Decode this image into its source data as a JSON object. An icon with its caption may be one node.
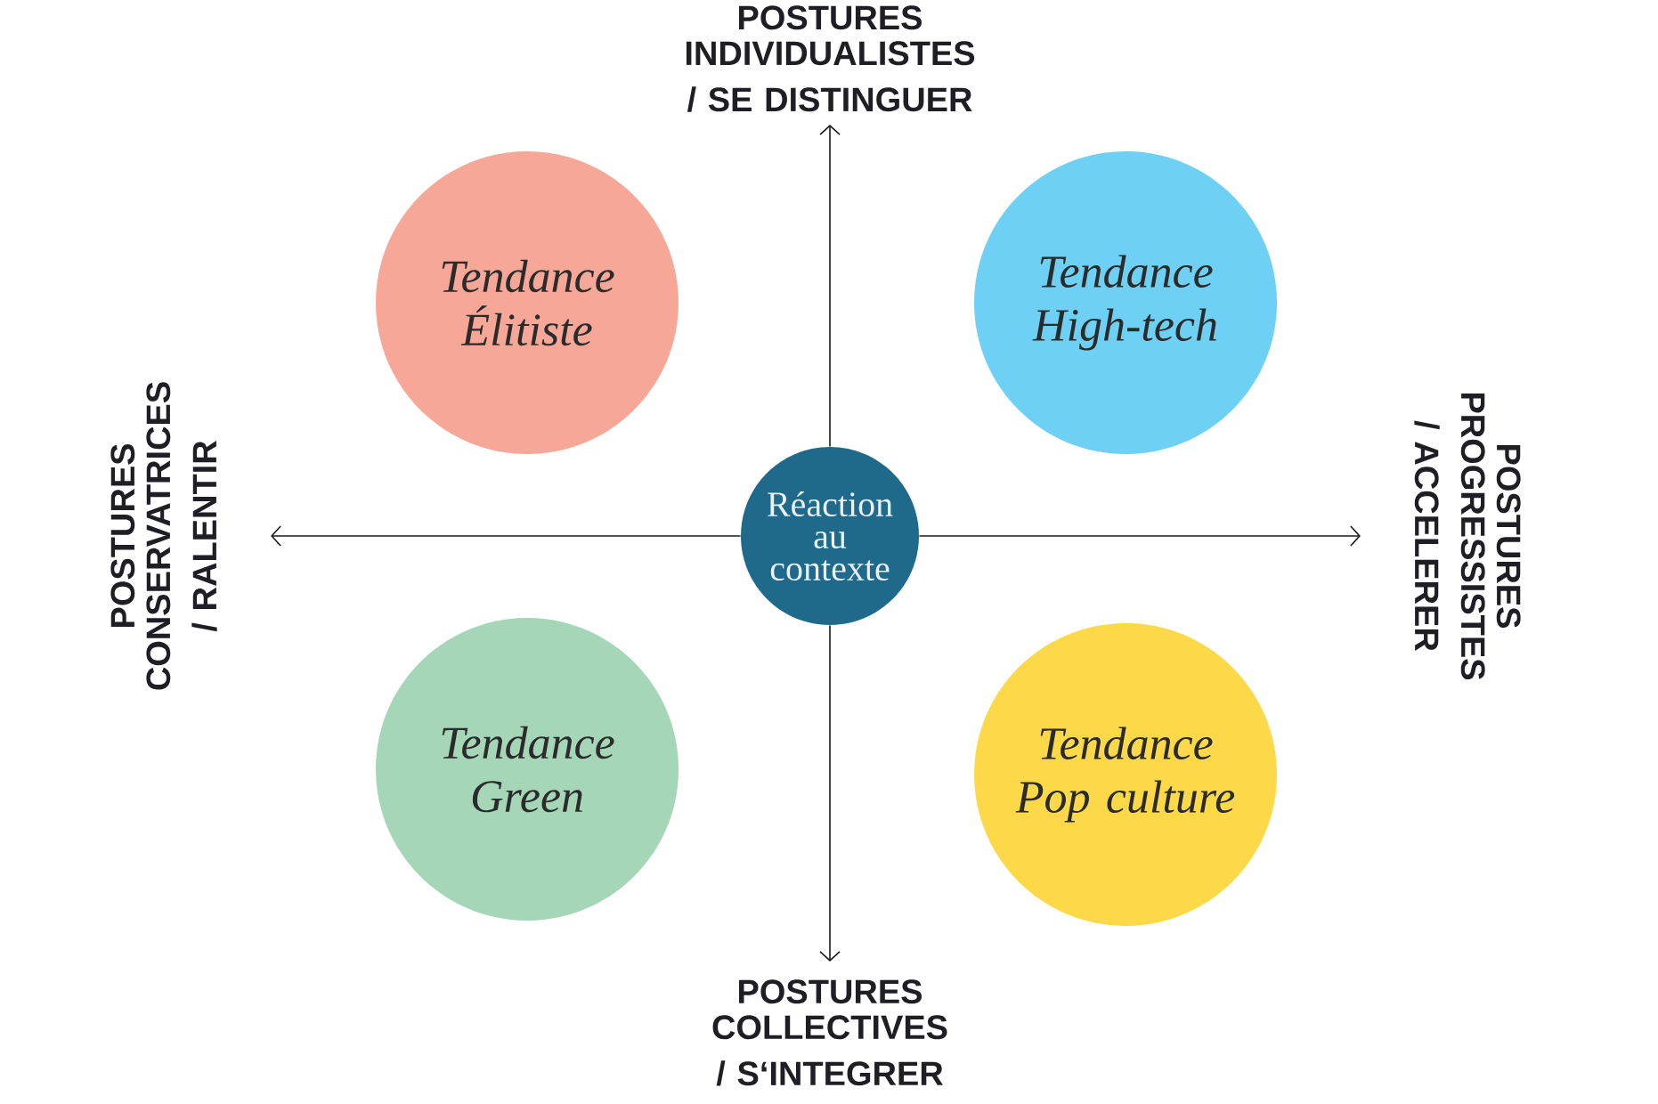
{
  "diagram": {
    "nodes": [
      {
        "text": [
          "POSTURES INDIVIDUALISTES",
          "/ SE DISTINGUER"
        ]
      },
      {
        "text": [
          "Tendance Élitiste"
        ]
      },
      {
        "text": [
          "Tendance High-tech"
        ]
      },
      {
        "text": [
          "POSTURES CONSERVATRICES",
          "/ RALENTIR"
        ]
      },
      {
        "text": [
          "Réaction au contexte"
        ]
      },
      {
        "text": [
          "POSTURES PROGRESSISTES",
          "/ ACCELERER"
        ]
      },
      {
        "text": [
          "Tendance Green"
        ]
      },
      {
        "text": [
          "Tendance Pop culture"
        ]
      },
      {
        "text": [
          "POSTURES COLLECTIVES",
          "/ S‘INTEGRER"
        ]
      }
    ],
    "edges": [
      {
        "from": 4,
        "to": 0,
        "arrow": "to"
      },
      {
        "from": 4,
        "to": 3,
        "arrow": "to"
      },
      {
        "from": 4,
        "to": 5,
        "arrow": "to"
      },
      {
        "from": 4,
        "to": 8,
        "arrow": "to"
      }
    ]
  }
}
